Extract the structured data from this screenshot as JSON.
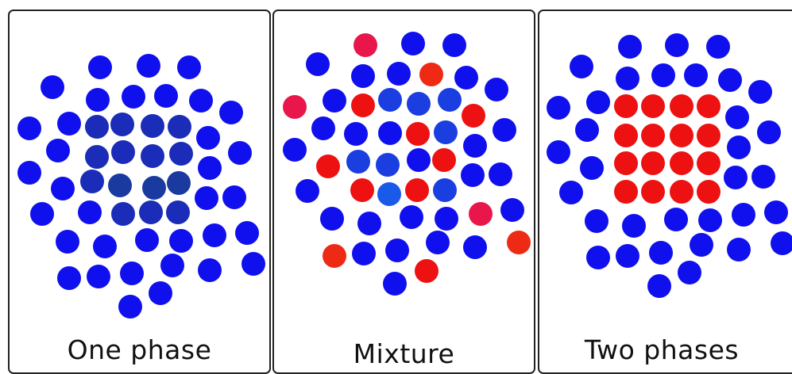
{
  "colors": {
    "blue": "#1010ee",
    "dark_blue": "#1a2cb8",
    "navy": "#1a3aa0",
    "light_blue": "#1a4ae0",
    "red": "#ee1111",
    "crimson": "#e8164a",
    "orange_red": "#ee2a14"
  },
  "panels": [
    {
      "caption": "One phase",
      "particles": "blue particles, central particles darker blue"
    },
    {
      "caption": "Mixture",
      "particles": "blue and red particles intermixed"
    },
    {
      "caption": "Two phases",
      "particles": "red cluster surrounded by blue particles"
    }
  ]
}
